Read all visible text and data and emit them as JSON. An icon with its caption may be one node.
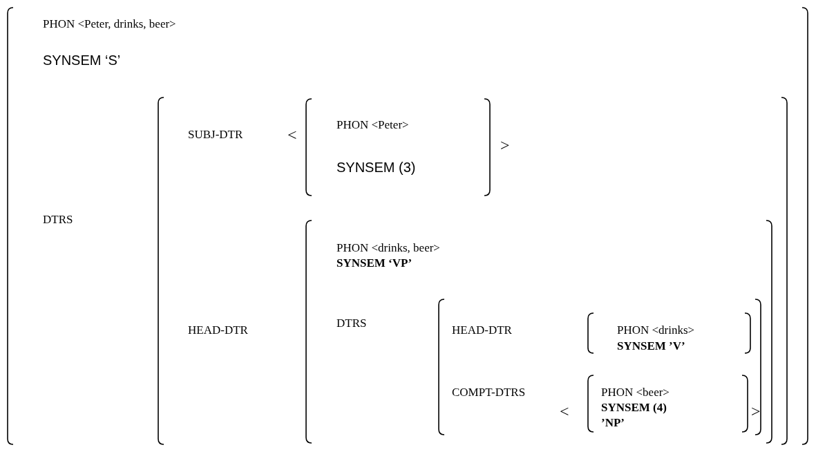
{
  "diagram": {
    "nodes": [
      {
        "text": [
          "PHON <Peter, drinks, beer>",
          "SYNSEM ‘S’",
          "DTRS"
        ]
      },
      {
        "text": [
          "SUBJ-DTR",
          "HEAD-DTR"
        ],
        "in": 0
      },
      {
        "text": [
          "PHON <Peter>",
          "SYNSEM (3)"
        ],
        "in": 1
      },
      {
        "text": [
          "PHON <drinks, beer>",
          "SYNSEM ‘VP’",
          "DTRS"
        ],
        "in": 1
      },
      {
        "text": [
          "HEAD-DTR",
          "COMPT-DTRS"
        ],
        "in": 3
      },
      {
        "text": [
          "PHON <drinks>",
          "SYNSEM ’V’"
        ],
        "in": 4
      },
      {
        "text": [
          "PHON <beer>",
          "SYNSEM (4) ’NP’"
        ],
        "in": 4
      }
    ],
    "labels": [
      "<",
      ">",
      "<",
      ">"
    ]
  }
}
